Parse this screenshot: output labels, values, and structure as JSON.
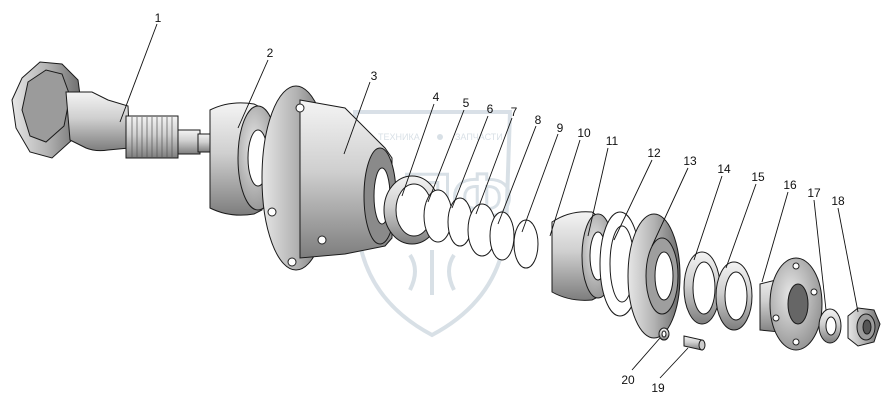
{
  "watermark": {
    "text_left": "ТЕХНИКА",
    "text_right": "ЗАПЧАСТИ",
    "monogram": "ЭПФ",
    "color": "#b9c7d3"
  },
  "callouts": [
    {
      "id": "callout-1",
      "label": "1"
    },
    {
      "id": "callout-2",
      "label": "2"
    },
    {
      "id": "callout-3",
      "label": "3"
    },
    {
      "id": "callout-4",
      "label": "4"
    },
    {
      "id": "callout-5",
      "label": "5"
    },
    {
      "id": "callout-6",
      "label": "6"
    },
    {
      "id": "callout-7",
      "label": "7"
    },
    {
      "id": "callout-8",
      "label": "8"
    },
    {
      "id": "callout-9",
      "label": "9"
    },
    {
      "id": "callout-10",
      "label": "10"
    },
    {
      "id": "callout-11",
      "label": "11"
    },
    {
      "id": "callout-12",
      "label": "12"
    },
    {
      "id": "callout-13",
      "label": "13"
    },
    {
      "id": "callout-14",
      "label": "14"
    },
    {
      "id": "callout-15",
      "label": "15"
    },
    {
      "id": "callout-16",
      "label": "16"
    },
    {
      "id": "callout-17",
      "label": "17"
    },
    {
      "id": "callout-18",
      "label": "18"
    },
    {
      "id": "callout-19",
      "label": "19"
    },
    {
      "id": "callout-20",
      "label": "20"
    }
  ]
}
